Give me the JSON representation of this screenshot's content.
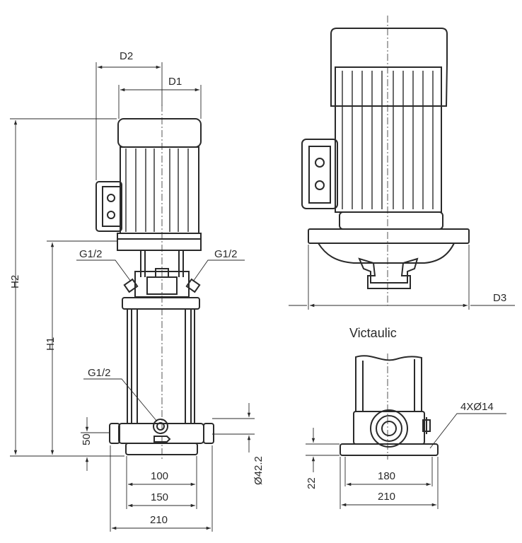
{
  "labels": {
    "d2": "D2",
    "d1": "D1",
    "d3": "D3",
    "h1": "H1",
    "h2": "H2",
    "g_left": "G1/2",
    "g_right": "G1/2",
    "g_bottom": "G1/2",
    "dim_50": "50",
    "dim_100": "100",
    "dim_150": "150",
    "dim_210_front": "210",
    "dia_42": "Ø42.2",
    "victaulic": "Victaulic",
    "holes": "4XØ14",
    "dim_22": "22",
    "dim_180": "180",
    "dim_210_side": "210"
  }
}
